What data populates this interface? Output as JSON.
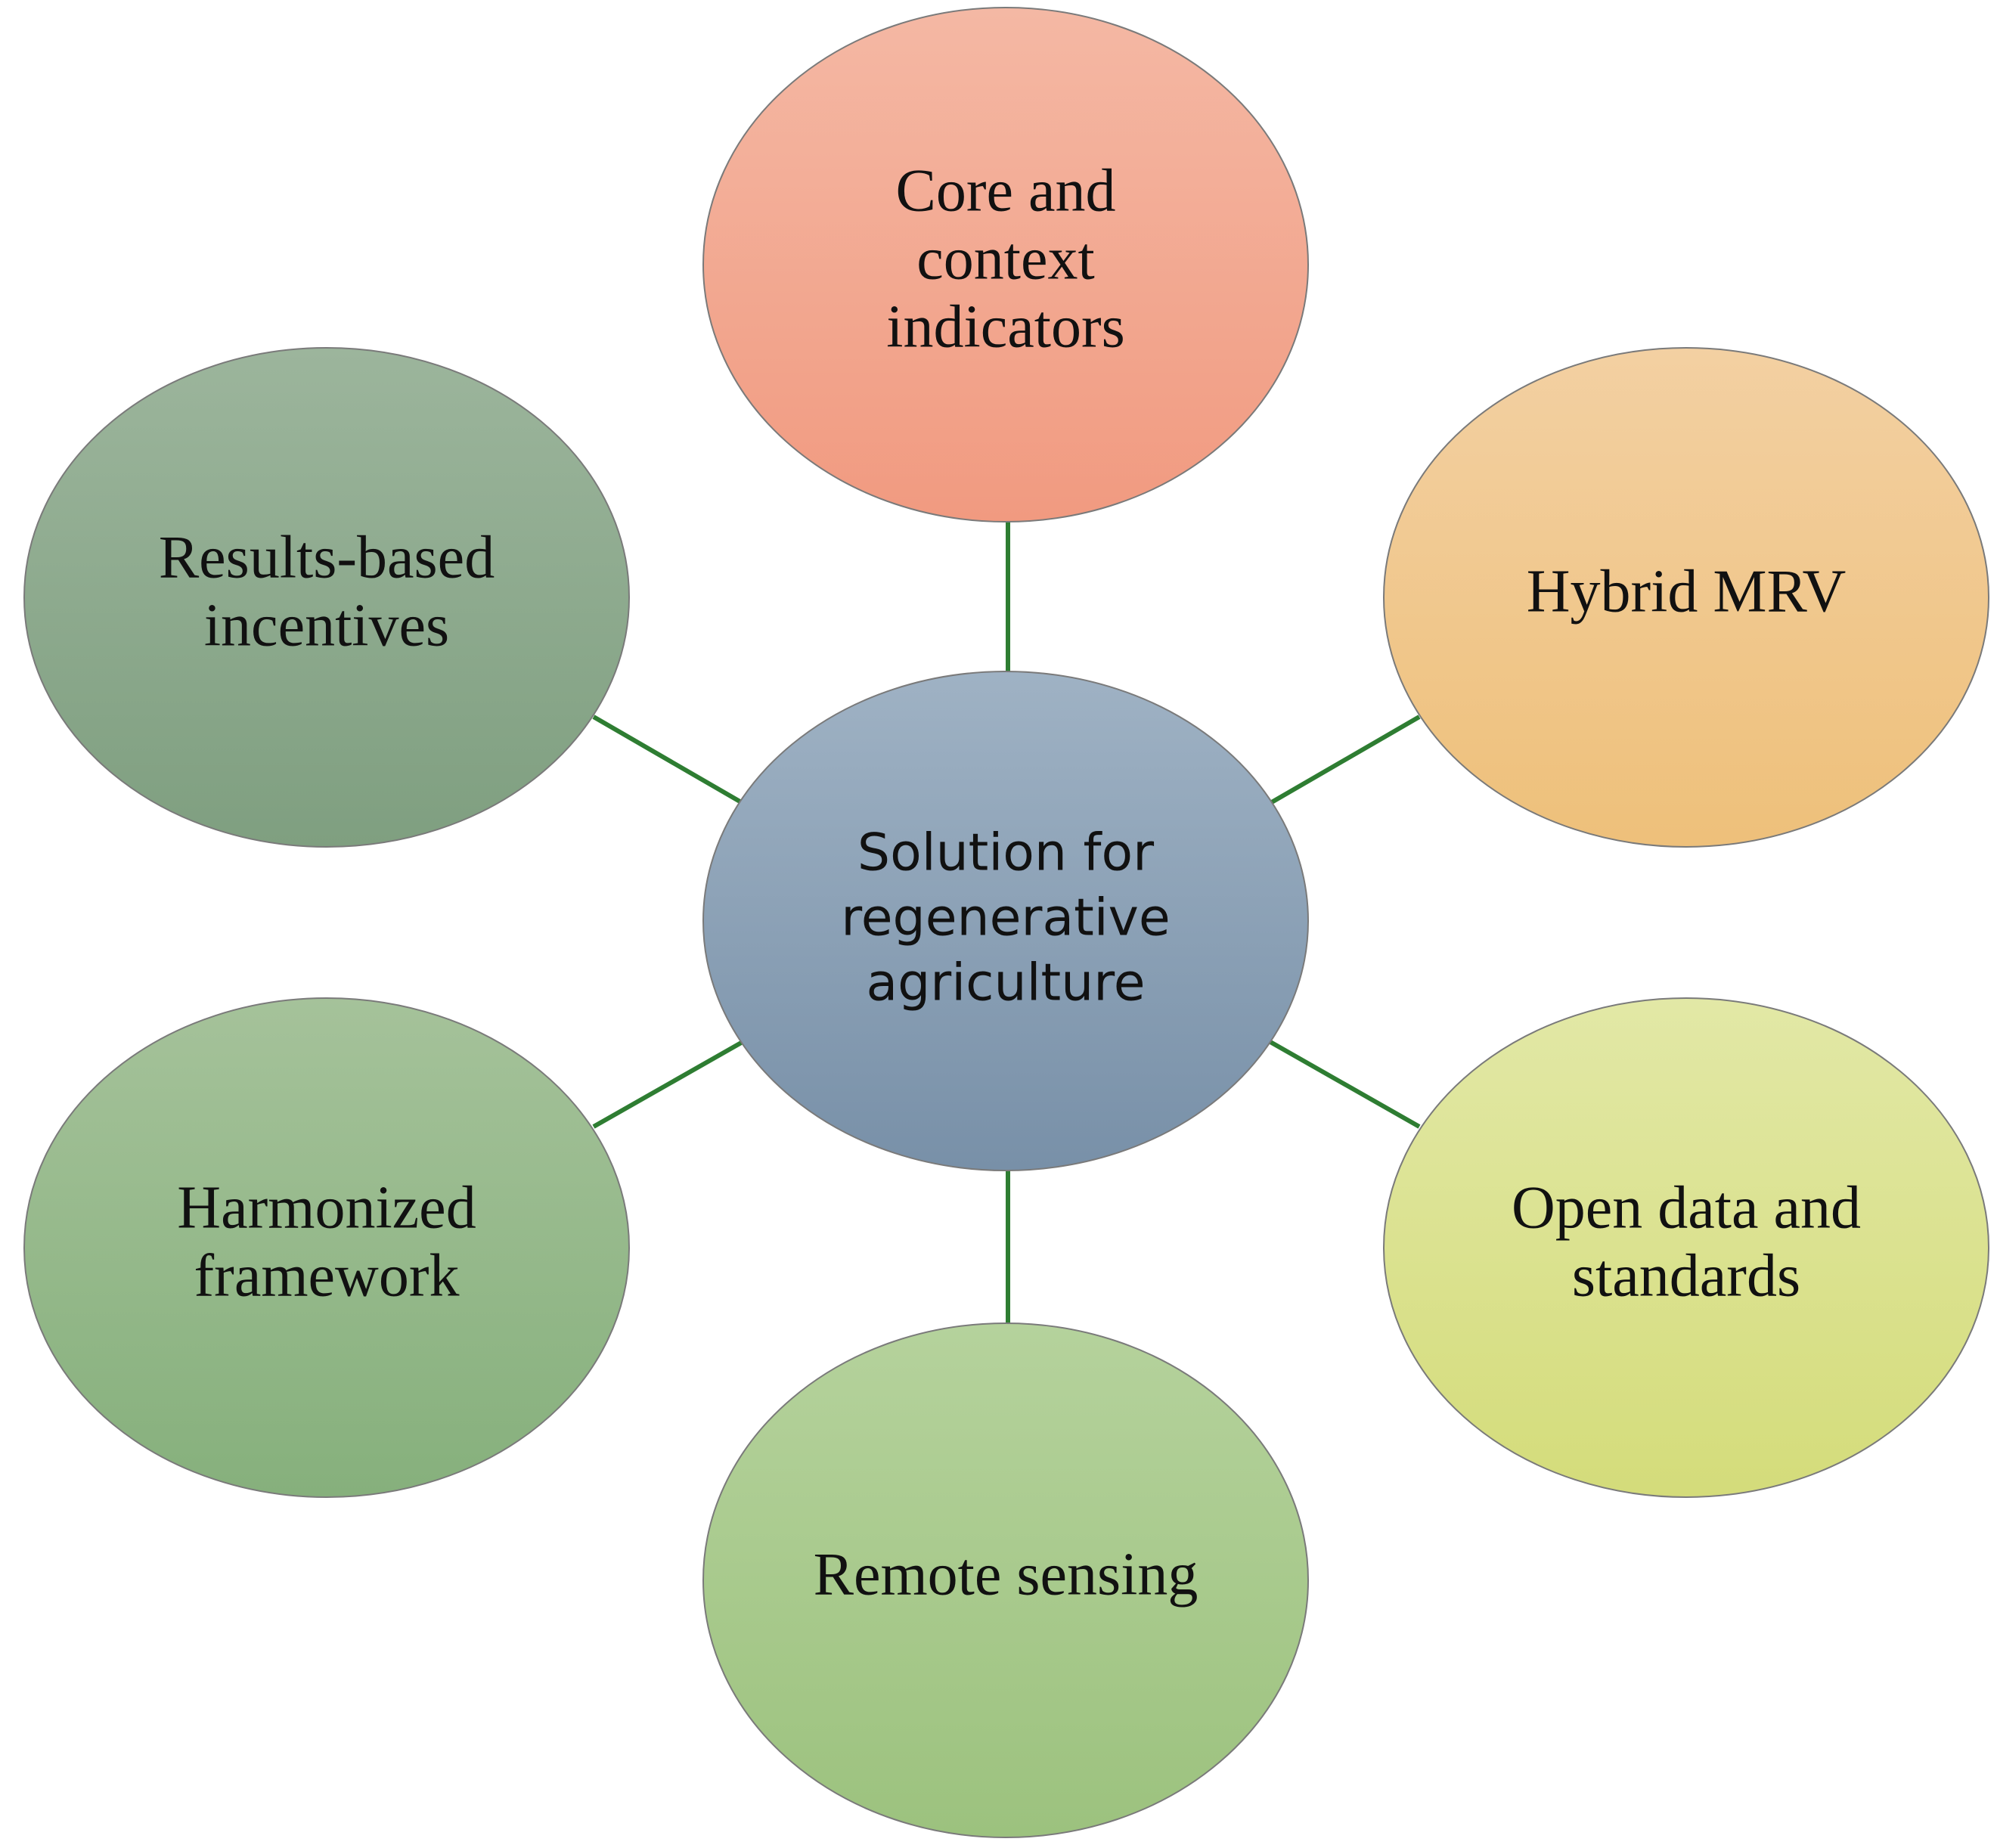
{
  "diagram": {
    "center": {
      "lines": [
        "Solution for",
        "regenerative",
        "agriculture"
      ],
      "color_top": "#9fb2c4",
      "color_bottom": "#7890a8"
    },
    "nodes": [
      {
        "id": "core-indicators",
        "lines": [
          "Core and",
          "context",
          "indicators"
        ],
        "color_top": "#f4b8a4",
        "color_bottom": "#f19a80"
      },
      {
        "id": "hybrid-mrv",
        "lines": [
          "Hybrid MRV"
        ],
        "color_top": "#f3d0a2",
        "color_bottom": "#eec07a"
      },
      {
        "id": "open-data",
        "lines": [
          "Open data and",
          "standards"
        ],
        "color_top": "#e2e8a6",
        "color_bottom": "#d4dc7a"
      },
      {
        "id": "remote-sensing",
        "lines": [
          "Remote sensing"
        ],
        "color_top": "#b5d29c",
        "color_bottom": "#9cc27e"
      },
      {
        "id": "harmonized-framework",
        "lines": [
          "Harmonized",
          "framework"
        ],
        "color_top": "#a5c29a",
        "color_bottom": "#86b07c"
      },
      {
        "id": "results-incentives",
        "lines": [
          "Results-based",
          "incentives"
        ],
        "color_top": "#9cb59c",
        "color_bottom": "#7f9f80"
      }
    ],
    "connector_color": "#2e7d32"
  }
}
